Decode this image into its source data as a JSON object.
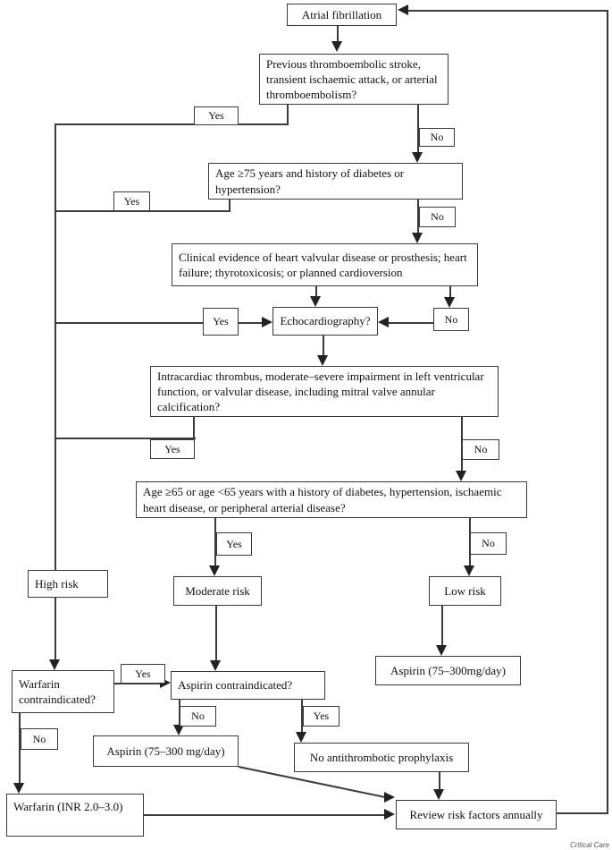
{
  "figure": {
    "credit": "Critical Care",
    "line_color": "#3b3b3b"
  },
  "labels": {
    "yes": "Yes",
    "no": "No"
  },
  "nodes": {
    "start": "Atrial fibrillation",
    "prev_thromboembolic": "Previous thromboembolic stroke, transient ischaemic attack, or arterial thromboembolism?",
    "age_75": "Age ≥75 years and history of diabetes or hypertension?",
    "clinical_evidence": "Clinical evidence of heart valvular disease or prosthesis; heart failure; thyrotoxicosis; or planned cardioversion",
    "echocardiography": "Echocardiography?",
    "intracardiac": "Intracardiac thrombus, moderate–severe impairment in left ventricular function, or valvular disease, including mitral valve annular calcification?",
    "age_65": "Age ≥65 or age <65 years with a history of diabetes, hypertension, ischaemic heart disease, or peripheral arterial disease?",
    "high_risk": "High risk",
    "moderate_risk": "Moderate risk",
    "low_risk": "Low risk",
    "aspirin_low": "Aspirin (75–300mg/day)",
    "warfarin_contraindicated": "Warfarin contraindicated?",
    "aspirin_contraindicated": "Aspirin contraindicated?",
    "aspirin_moderate": "Aspirin (75–300 mg/day)",
    "no_antithrombotic": "No antithrombotic prophylaxis",
    "warfarin_inr": "Warfarin (INR 2.0–3.0)",
    "review": "Review risk factors annually"
  }
}
